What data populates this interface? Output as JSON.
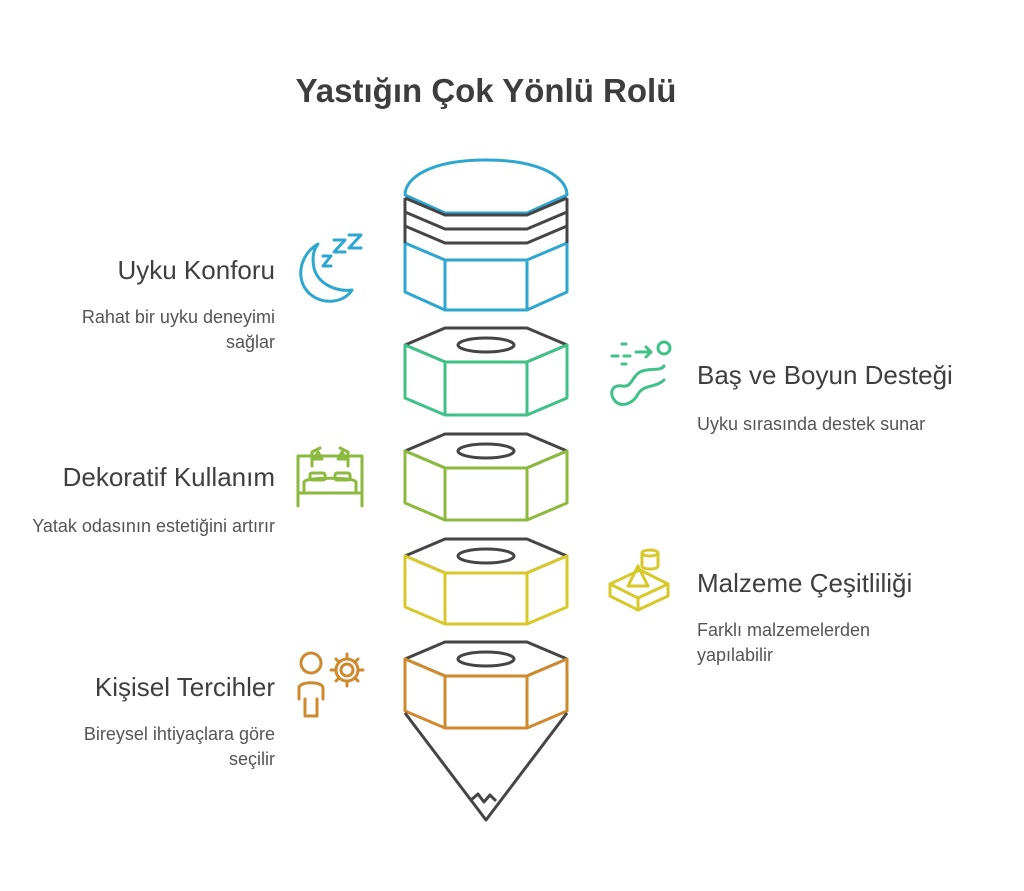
{
  "title": "Yastığın Çok Yönlü Rolü",
  "colors": {
    "blue": "#2ea6cf",
    "teal": "#3fc187",
    "green": "#8cba3e",
    "yellow": "#d8c92a",
    "orange": "#cf8a30",
    "ink": "#454545"
  },
  "items": [
    {
      "label": "Uyku Konforu",
      "description": "Rahat bir uyku deneyimi sağlar",
      "icon": "moon-zzz-icon",
      "color": "blue"
    },
    {
      "label": "Baş ve Boyun Desteği",
      "description": "Uyku sırasında destek sunar",
      "icon": "neck-support-icon",
      "color": "teal"
    },
    {
      "label": "Dekoratif Kullanım",
      "description": "Yatak odasının estetiğini artırır",
      "icon": "bedroom-icon",
      "color": "green"
    },
    {
      "label": "Malzeme Çeşitliliği",
      "description": "Farklı malzemelerden yapılabilir",
      "icon": "shapes-icon",
      "color": "yellow"
    },
    {
      "label": "Kişisel Tercihler",
      "description": "Bireysel ihtiyaçlara göre seçilir",
      "icon": "person-gear-icon",
      "color": "orange"
    }
  ]
}
